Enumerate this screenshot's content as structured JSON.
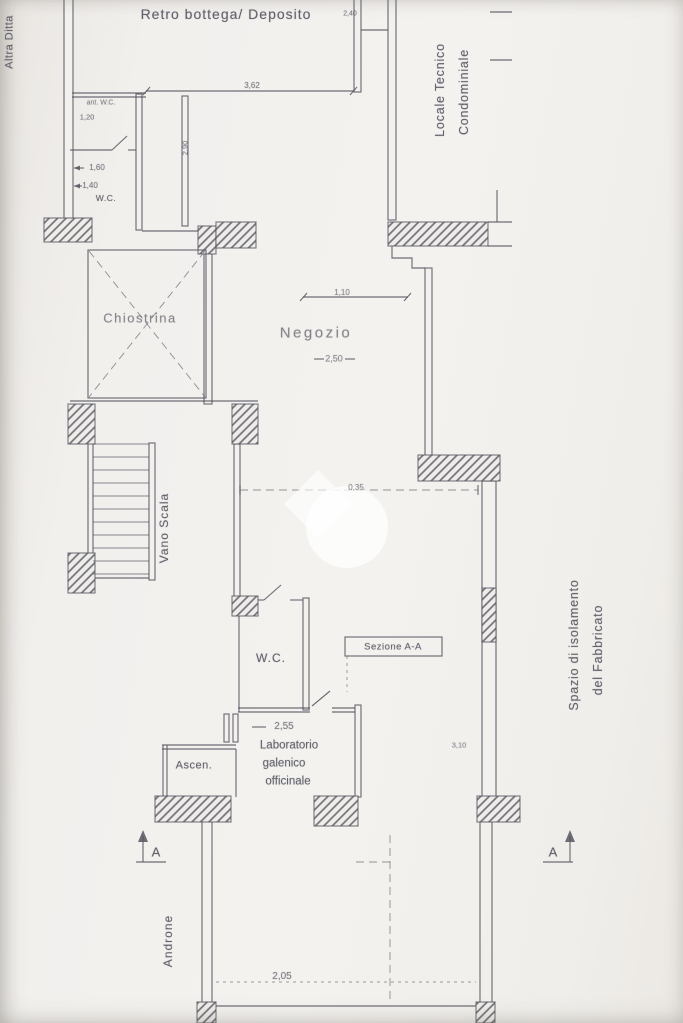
{
  "page": {
    "type": "scanned floor plan (planimetria)",
    "paper_color": "#f1efec",
    "ink_color": "#565660"
  },
  "rooms": {
    "altra_ditta": "Altra Ditta",
    "retro_bottega": "Retro bottega/ Deposito",
    "locale_tecnico_line1": "Locale Tecnico",
    "locale_tecnico_line2": "Condominiale",
    "ant_wc": "ant. W.C.",
    "wc_top": "W.C.",
    "chiostrina": "Chiostrina",
    "negozio": "Negozio",
    "vano_scala": "Vano Scala",
    "wc_mid": "W.C.",
    "ascensore": "Ascen.",
    "laboratorio_line1": "Laboratorio",
    "laboratorio_line2": "galenico",
    "laboratorio_line3": "officinale",
    "spazio_line1": "Spazio di isolamento",
    "spazio_line2": "del Fabbricato",
    "androne": "Androne"
  },
  "annotations": {
    "sezione": "Sezione A-A",
    "section_marker_left": "A",
    "section_marker_right": "A"
  },
  "dims": {
    "top_room_width": "3,62",
    "top_right": "2,40",
    "left_depth": "2,90",
    "ant_wc_width": "1,20",
    "wc_w1": "1,60",
    "wc_w2": "1,40",
    "negozio_recess": "1,10",
    "negozio_width": "2,50",
    "mid_span": "0,35",
    "laboratorio_width": "2,55",
    "right_span": "3,10",
    "androne_width": "2,05"
  }
}
